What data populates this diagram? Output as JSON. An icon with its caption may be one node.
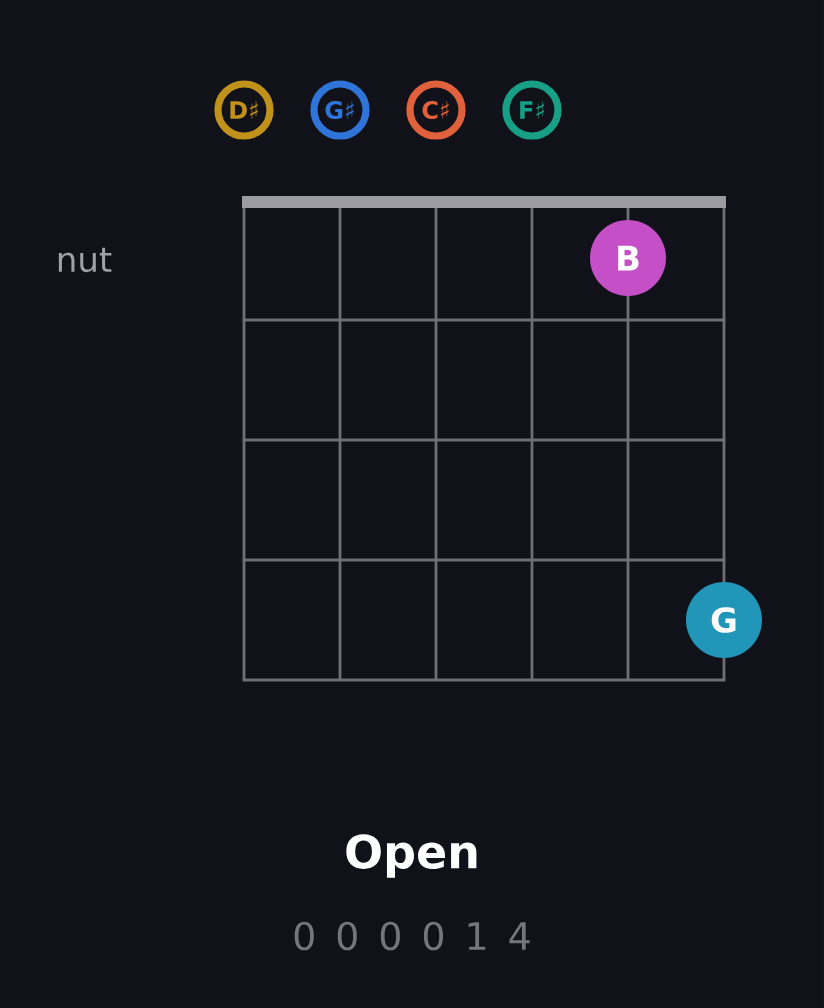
{
  "diagram": {
    "title": "Open",
    "nodes": [
      {
        "text": [
          "D♯"
        ]
      },
      {
        "text": [
          "G♯"
        ]
      },
      {
        "text": [
          "C♯"
        ]
      },
      {
        "text": [
          "F♯"
        ]
      },
      {
        "text": [
          "B"
        ]
      },
      {
        "text": [
          "G"
        ]
      }
    ],
    "labels": [
      "nut",
      "0 0 0 0 1 4"
    ]
  }
}
